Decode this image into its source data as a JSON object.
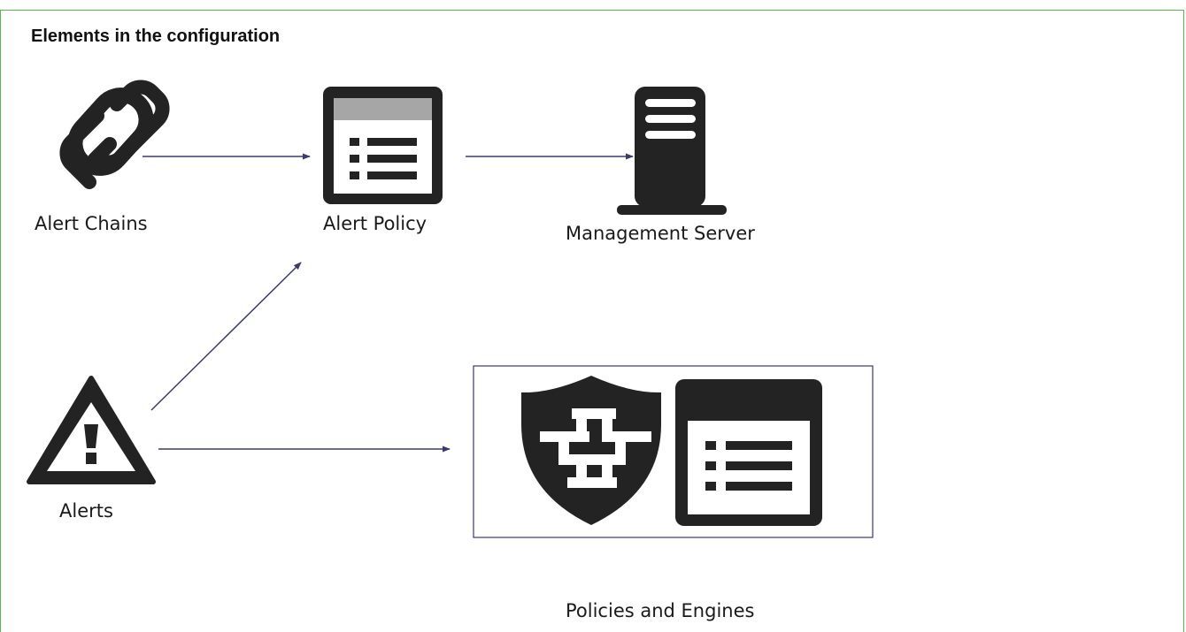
{
  "title": "Elements in the configuration",
  "nodes": {
    "alert_chains": {
      "label": "Alert Chains",
      "icon": "chain-link-icon"
    },
    "alert_policy": {
      "label": "Alert Policy",
      "icon": "policy-list-icon"
    },
    "management_server": {
      "label": "Management Server",
      "icon": "server-tower-icon"
    },
    "alerts": {
      "label": "Alerts",
      "icon": "warning-triangle-icon"
    },
    "policies_and_engines": {
      "label": "Policies and Engines",
      "icons": [
        "firewall-shield-icon",
        "policy-list-icon"
      ]
    }
  },
  "colors": {
    "frame": "#58b848",
    "arrow": "#3b3a6e",
    "icon": "#232323",
    "icon_header": "#a6a6a6"
  }
}
